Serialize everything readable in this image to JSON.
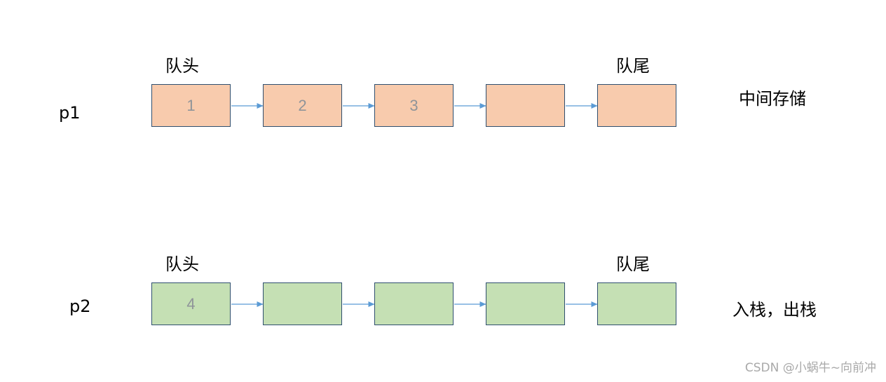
{
  "rows": [
    {
      "name": "p1",
      "head_label": "队头",
      "tail_label": "队尾",
      "note": "中间存储",
      "fill": "#f8cbad",
      "cells": [
        "1",
        "2",
        "3",
        "",
        ""
      ]
    },
    {
      "name": "p2",
      "head_label": "队头",
      "tail_label": "队尾",
      "note": "入栈，出栈",
      "fill": "#c5e0b4",
      "cells": [
        "4",
        "",
        "",
        "",
        ""
      ]
    }
  ],
  "colors": {
    "arrow": "#5b9bd5",
    "box_border": "#2f4f6f",
    "cell_text": "#8f9499"
  },
  "watermark": "CSDN @小蜗牛~向前冲"
}
